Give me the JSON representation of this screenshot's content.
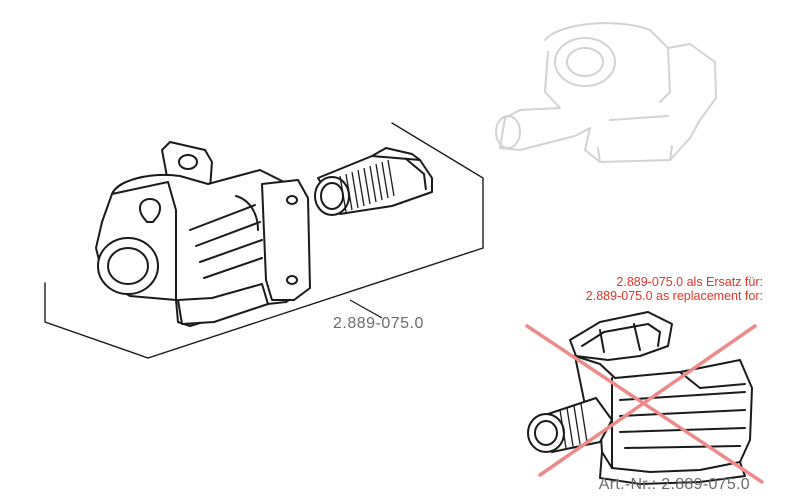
{
  "main_part": {
    "number": "2.889-075.0"
  },
  "replacement_note": {
    "line_de": "2.889-075.0 als Ersatz für:",
    "line_en": "2.889-075.0 as replacement for:",
    "color": "#e8332b"
  },
  "old_part": {
    "art_nr": "Art.-Nr.: 2.889-075.0",
    "cross_color": "#ee8a8a"
  },
  "colors": {
    "line": "#1a1a1a",
    "faded_line": "#d3d3d3",
    "label": "#6b6b6b"
  }
}
